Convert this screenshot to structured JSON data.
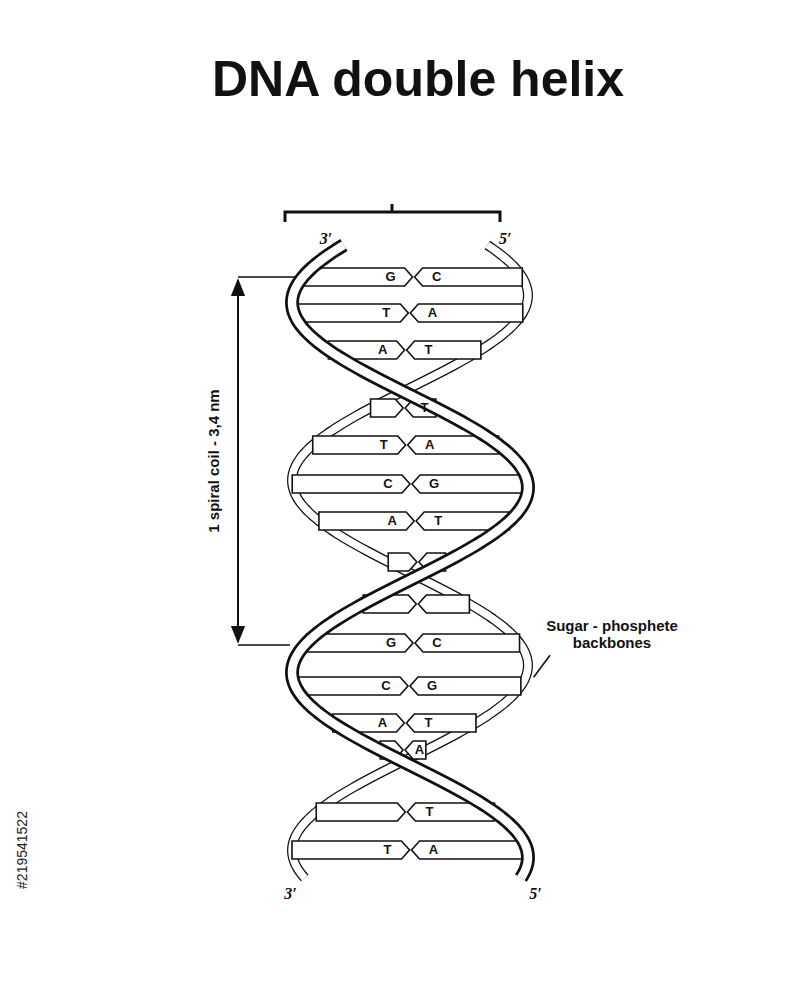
{
  "diagram": {
    "title": "DNA double helix",
    "labels": [
      "3′",
      "5′",
      "1 spiral coil - 3,4 nm",
      "Sugar - phosphete backbones",
      "G",
      "C",
      "T",
      "A",
      "A",
      "T",
      "T",
      "T",
      "A",
      "C",
      "G",
      "A",
      "T",
      "G",
      "C",
      "C",
      "G",
      "A",
      "T",
      "A",
      "T",
      "T",
      "A",
      "3′",
      "5′",
      "#219541522"
    ]
  }
}
